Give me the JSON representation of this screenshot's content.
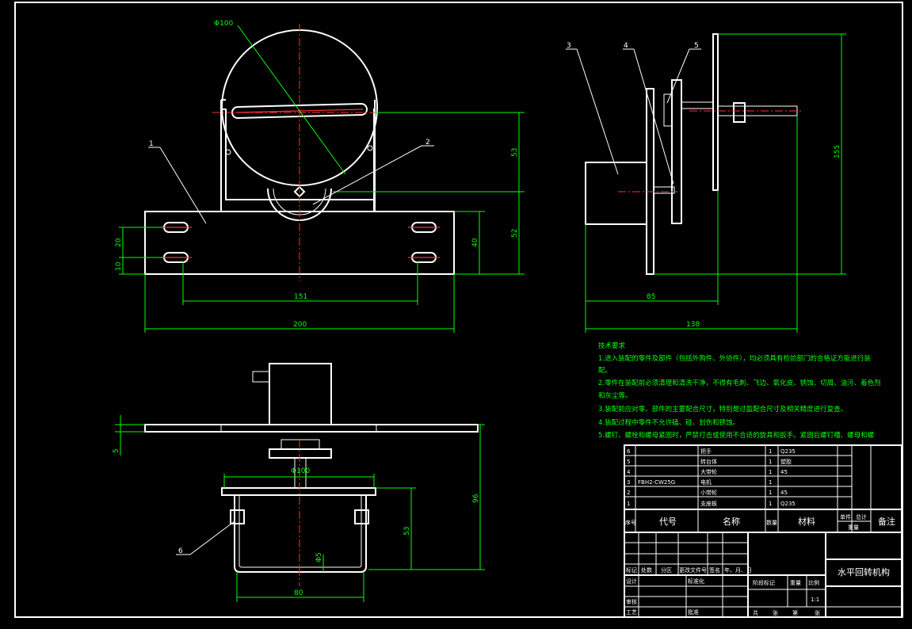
{
  "dimensions": {
    "d_top": "Φ100",
    "d_bottom": "Φ100",
    "h53_top": "53",
    "h52": "52",
    "h40": "40",
    "h20": "20",
    "h10": "10",
    "w151": "151",
    "w200": "200",
    "h155": "155",
    "w85": "85",
    "w138": "138",
    "h5": "5",
    "h96": "96",
    "h53_bot": "53",
    "d5": "Φ5",
    "w80": "80"
  },
  "callouts": {
    "c1": "1",
    "c2": "2",
    "c3": "3",
    "c4": "4",
    "c5": "5",
    "c6": "6"
  },
  "notes": {
    "title": "技术要求",
    "n1a": "1.进入装配的零件及部件（包括外购件、外协件），均必须具有检验部门的合格证方能进行装",
    "n1b": "配。",
    "n2a": "2.零件在装配前必须清理和清洗干净，不得有毛刺、飞边、氧化皮、锈蚀、切屑、油污、着色剂",
    "n2b": "和灰尘等。",
    "n3": "3.装配前应对零、部件的主要配合尺寸，特别是过盈配合尺寸及相关精度进行复查。",
    "n4": "4.装配过程中零件不允许磕、碰、划伤和锈蚀。",
    "n5": "5.螺钉、螺栓和螺母紧固时，严禁打击或使用不合适的旋具和扳手。紧固后螺钉槽、螺母和螺"
  },
  "bom": {
    "rows": [
      {
        "no": "6",
        "code": "",
        "name": "把手",
        "qty": "1",
        "material": "Q235"
      },
      {
        "no": "5",
        "code": "",
        "name": "转台体",
        "qty": "1",
        "material": "塑胶"
      },
      {
        "no": "4",
        "code": "",
        "name": "大带轮",
        "qty": "1",
        "material": "45"
      },
      {
        "no": "3",
        "code": "FBH2-CW25G",
        "name": "电机",
        "qty": "1",
        "material": ""
      },
      {
        "no": "2",
        "code": "",
        "name": "小带轮",
        "qty": "1",
        "material": "45"
      },
      {
        "no": "1",
        "code": "",
        "name": "支座板",
        "qty": "1",
        "material": "Q235"
      }
    ],
    "headers": {
      "no": "序号",
      "code": "代号",
      "name": "名称",
      "qty": "数量",
      "material": "材料",
      "single": "单件",
      "total": "总计",
      "weight": "重量",
      "remark": "备注"
    }
  },
  "titleblock": {
    "title": "水平回转机构",
    "mark": "标记",
    "count": "处数",
    "zone": "分区",
    "docno": "更改文件号",
    "sign": "签名",
    "date": "年、月、日",
    "design": "设计",
    "standard": "标准化",
    "review": "审核",
    "process": "工艺",
    "approve": "批准",
    "stage": "阶段标记",
    "weight": "重量",
    "scale": "比例",
    "scale_val": "1:1",
    "sheet_total": "共",
    "sheet_unit": "张",
    "sheet_no": "第",
    "sheet_unit2": "张"
  }
}
